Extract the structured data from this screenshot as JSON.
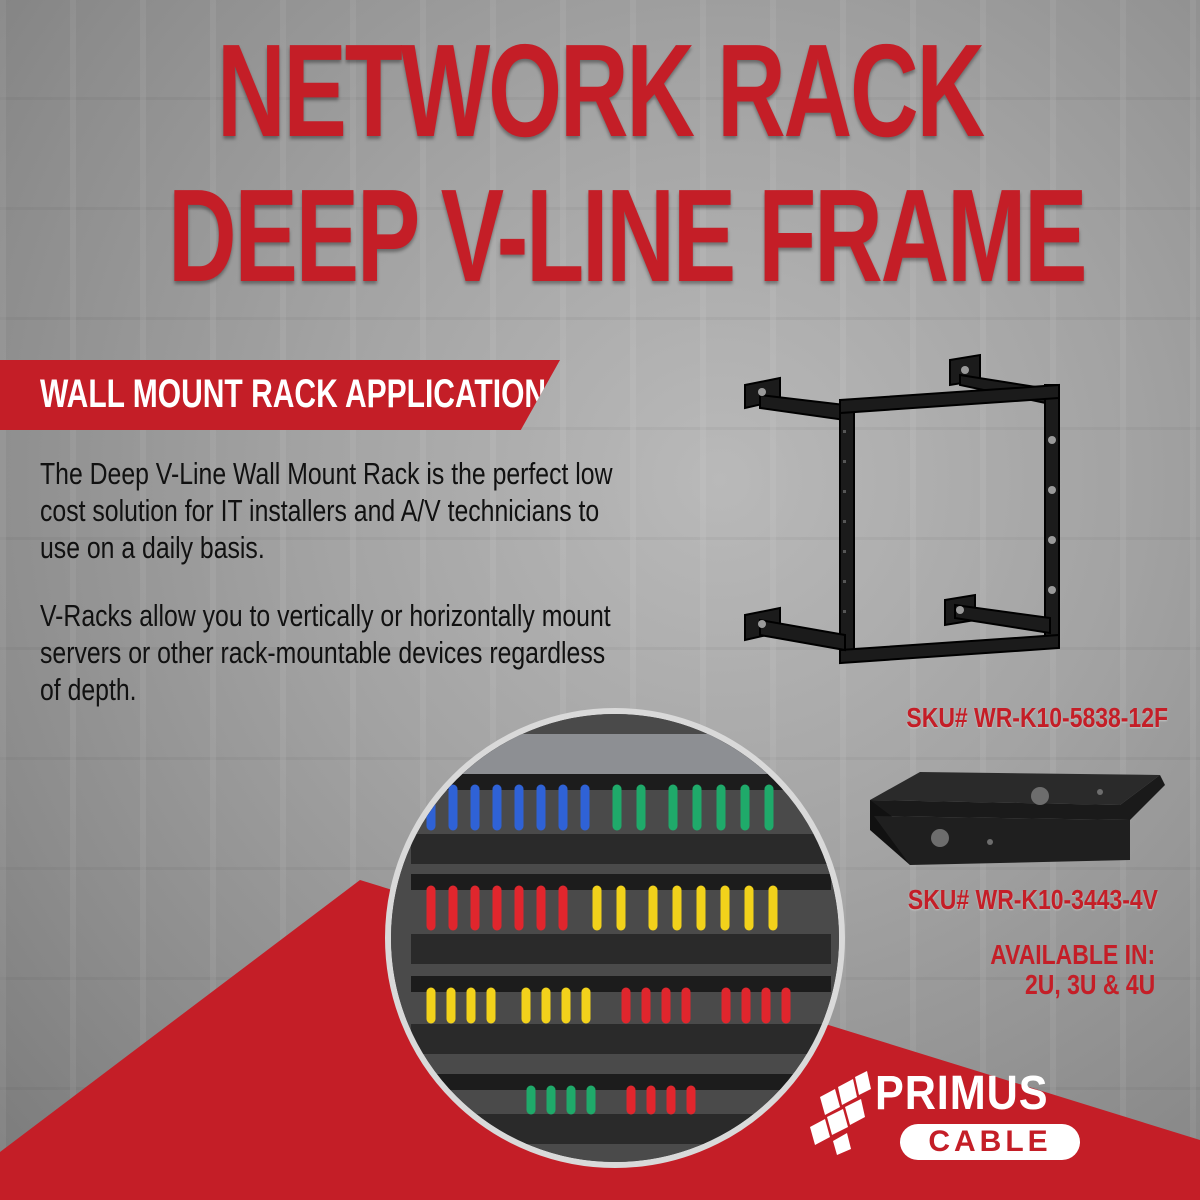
{
  "title": {
    "line1": "NETWORK RACK",
    "line2": "DEEP V-LINE FRAME"
  },
  "banner": {
    "label": "WALL MOUNT RACK APPLICATIONS"
  },
  "body": {
    "paragraph1": "The Deep V-Line Wall Mount Rack is the perfect low cost solution for IT installers and A/V technicians to use on a daily basis.",
    "paragraph2": "V-Racks allow you to vertically or horizontally mount servers or other rack-mountable devices regardless of depth."
  },
  "products": {
    "sku_rack": "SKU# WR-K10-5838-12F",
    "sku_shelf": "SKU# WR-K10-3443-4V",
    "available_label": "AVAILABLE IN:",
    "available_sizes": "2U, 3U & 4U"
  },
  "logo": {
    "word1": "PRIMUS",
    "word2": "CABLE"
  },
  "colors": {
    "brand_red": "#c41e27",
    "text_dark": "#111111",
    "white": "#ffffff"
  },
  "icons": [
    "wall-rack-image",
    "wall-shelf-image",
    "patch-panel-photo",
    "primus-logo-icon"
  ]
}
